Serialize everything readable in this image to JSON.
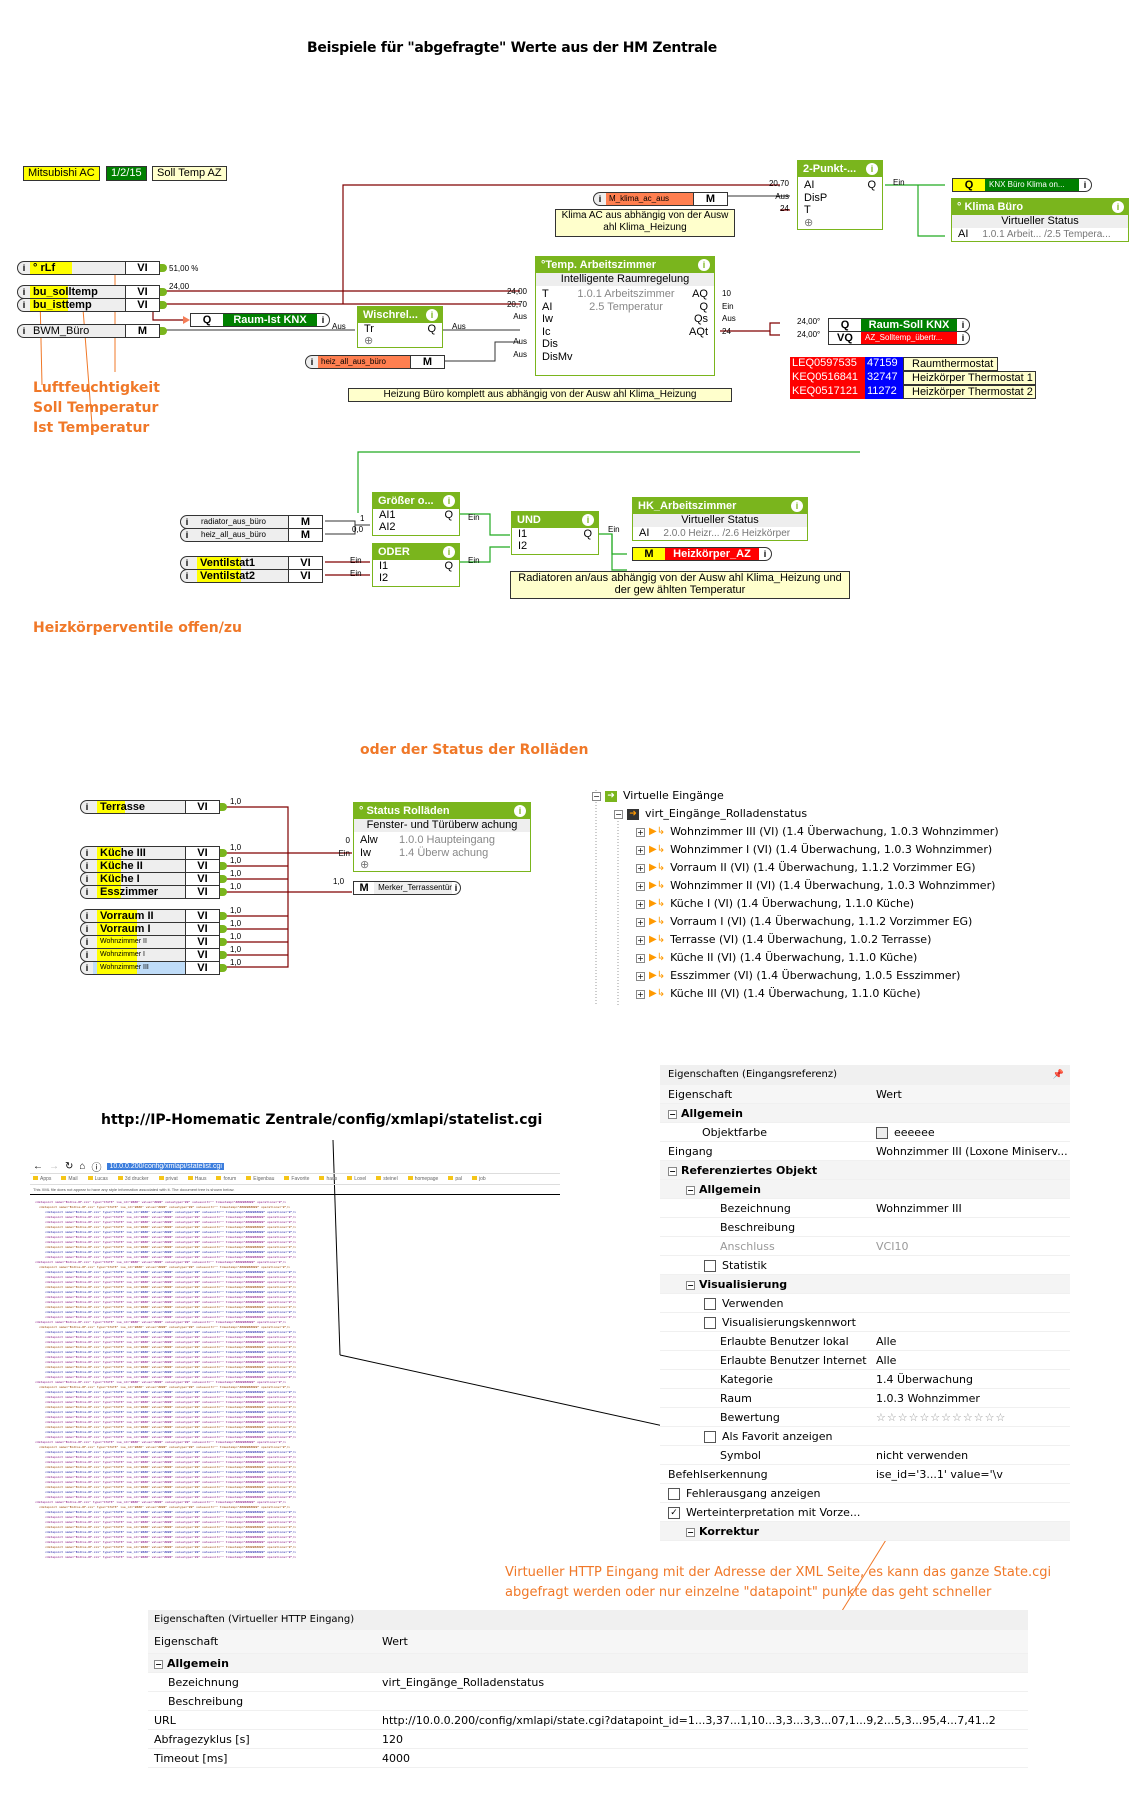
{
  "title": "Beispiele für \"abgefragte\" Werte aus der HM Zentrale",
  "legend_tags": [
    "Mitsubishi AC",
    "1/2/15",
    "Soll Temp AZ"
  ],
  "section1": {
    "inputs": [
      {
        "name": "° rLf",
        "type": "VI",
        "value": "51,00 %"
      },
      {
        "name": "bu_solltemp",
        "type": "VI",
        "value": "24,00"
      },
      {
        "name": "bu_isttemp",
        "type": "VI",
        "value": ""
      },
      {
        "name": "BWM_Büro",
        "type": "M",
        "value": ""
      }
    ],
    "annotations": [
      "Luftfeuchtigkeit",
      "Soll Temperatur",
      "Ist Temperatur"
    ],
    "raum_ist": {
      "left": "Q",
      "label": "Raum-Ist KNX"
    },
    "wischrel": {
      "title": "Wischrel...",
      "in": "Tr",
      "out": "Q",
      "in_val": "Aus",
      "out_val": "Aus"
    },
    "heiz_all": {
      "name": "heiz_all_aus_büro",
      "type": "M"
    },
    "m_klima": {
      "name": "M_klima_ac_aus",
      "type": "M"
    },
    "note_klima": "Klima AC aus abhängig von der Ausw ahl Klima_Heizung",
    "temp_block": {
      "title": "°Temp. Arbeitszimmer",
      "subtitle": "Intelligente Raumregelung",
      "info1": "1.0.1 Arbeitszimmer",
      "info2": "2.5 Temperatur",
      "inputs": [
        "T",
        "AI",
        "Iw",
        "Ic",
        "Dis",
        "DisMv"
      ],
      "input_vals": [
        "24,00",
        "20,70",
        "Aus",
        "",
        "Aus",
        "Aus"
      ],
      "outputs": [
        "AQ",
        "Q",
        "Qs",
        "AQt"
      ],
      "output_vals": [
        "10",
        "Ein",
        "Aus",
        "24"
      ]
    },
    "note_heizung": "Heizung Büro komplett aus abhängig von der Ausw ahl Klima_Heizung",
    "zweipunkt": {
      "title": "2-Punkt-...",
      "inputs": [
        "AI",
        "DisP",
        "T"
      ],
      "input_vals": [
        "20,70",
        "Aus",
        "24"
      ],
      "out": "Q",
      "out_val": "Ein"
    },
    "knx_klima": {
      "left": "Q",
      "label": "KNX Büro Klima on..."
    },
    "klima_buero": {
      "title": "° Klima Büro",
      "subtitle": "Virtueller Status",
      "in": "AI",
      "info": "1.0.1 Arbeit... /2.5 Tempera..."
    },
    "raum_soll": [
      {
        "left": "Q",
        "label": "Raum-Soll KNX",
        "val": "24,00°"
      },
      {
        "left": "VQ",
        "label": "AZ_Solltemp_übertr...",
        "val": "24,00°"
      }
    ],
    "devices": [
      {
        "serial": "LEQ0597535",
        "id": "47159",
        "name": "Raumthermostat"
      },
      {
        "serial": "KEQ0516841",
        "id": "32747",
        "name": "Heizkörper Thermostat 1"
      },
      {
        "serial": "KEQ0517121",
        "id": "11272",
        "name": "Heizkörper Thermostat 2"
      }
    ]
  },
  "section2": {
    "inputs": [
      {
        "name": "radiator_aus_büro",
        "type": "M"
      },
      {
        "name": "heiz_all_aus_büro",
        "type": "M"
      },
      {
        "name": "Ventilstat1",
        "type": "VI"
      },
      {
        "name": "Ventilstat2",
        "type": "VI"
      }
    ],
    "groesser": {
      "title": "Größer o...",
      "inputs": [
        "AI1",
        "AI2"
      ],
      "input_vals": [
        "1",
        "0,0"
      ],
      "out": "Q",
      "out_val": "Ein"
    },
    "oder": {
      "title": "ODER",
      "inputs": [
        "I1",
        "I2"
      ],
      "input_vals": [
        "Ein",
        "Ein"
      ],
      "out": "Q",
      "out_val": "Ein"
    },
    "und": {
      "title": "UND",
      "inputs": [
        "I1",
        "I2"
      ],
      "out": "Q",
      "out_val": "Ein"
    },
    "hk": {
      "title": "HK_Arbeitszimmer",
      "subtitle": "Virtueller Status",
      "in": "AI",
      "info": "2.0.0 Heizr... /2.6 Heizkörper"
    },
    "heizkoerper": {
      "left": "M",
      "label": "Heizkörper_AZ"
    },
    "note": "Radiatoren an/aus abhängig von der Ausw ahl Klima_Heizung und der gew ählten Temperatur",
    "caption": "Heizkörperventile offen/zu"
  },
  "section3": {
    "caption": "oder der Status der Rolläden",
    "inputs": [
      {
        "name": "Terrasse",
        "type": "VI",
        "val": "1,0"
      },
      {
        "name": "Küche III",
        "type": "VI",
        "val": "1,0"
      },
      {
        "name": "Küche II",
        "type": "VI",
        "val": "1,0"
      },
      {
        "name": "Küche I",
        "type": "VI",
        "val": "1,0"
      },
      {
        "name": "Esszimmer",
        "type": "VI",
        "val": "1,0"
      },
      {
        "name": "Vorraum II",
        "type": "VI",
        "val": "1,0"
      },
      {
        "name": "Vorraum I",
        "type": "VI",
        "val": "1,0"
      },
      {
        "name": "Wohnzimmer II",
        "type": "VI",
        "val": "1,0"
      },
      {
        "name": "Wohnzimmer I",
        "type": "VI",
        "val": "1,0"
      },
      {
        "name": "Wohnzimmer III",
        "type": "VI",
        "val": "1,0"
      }
    ],
    "status_block": {
      "title": "° Status Rolläden",
      "subtitle": "Fenster- und Türüberw achung",
      "inputs": [
        "Alw",
        "Iw"
      ],
      "input_vals": [
        "0",
        "Ein"
      ],
      "info1": "1.0.0 Haupteingang",
      "info2": "1.4 Überw achung"
    },
    "merker": {
      "left": "M",
      "label": "Merker_Terrassentür",
      "val": "1,0"
    },
    "tree": {
      "root": "Virtuelle Eingänge",
      "child": "virt_Eingänge_Rolladenstatus",
      "items": [
        "Wohnzimmer III (VI) (1.4 Überwachung, 1.0.3 Wohnzimmer)",
        "Wohnzimmer I (VI) (1.4 Überwachung, 1.0.3 Wohnzimmer)",
        "Vorraum II (VI) (1.4 Überwachung, 1.1.2 Vorzimmer EG)",
        "Wohnzimmer II (VI) (1.4 Überwachung, 1.0.3 Wohnzimmer)",
        "Küche I (VI) (1.4 Überwachung, 1.1.0 Küche)",
        "Vorraum I (VI) (1.4 Überwachung, 1.1.2 Vorzimmer EG)",
        "Terrasse (VI) (1.4 Überwachung, 1.0.2 Terrasse)",
        "Küche II (VI) (1.4 Überwachung, 1.1.0 Küche)",
        "Esszimmer (VI) (1.4 Überwachung, 1.0.5 Esszimmer)",
        "Küche III (VI) (1.4 Überwachung, 1.1.0 Küche)"
      ]
    }
  },
  "section4": {
    "url_caption": "http://IP-Homematic Zentrale/config/xmlapi/statelist.cgi",
    "browser": {
      "address": "10.0.0.200/config/xmlapi/statelist.cgi",
      "bookmarks": [
        "Apps",
        "Mail",
        "Lucas",
        "3d drucker",
        "privat",
        "Haus",
        "forum",
        "Eigenbau",
        "Favorite",
        "haus",
        "Loxel",
        "steinel",
        "homepage",
        "pal",
        "job"
      ],
      "notice": "This XML file does not appear to have any style information associated with it. The document tree is shown below."
    },
    "props_ref": {
      "title": "Eigenschaften (Eingangsreferenz)",
      "col_prop": "Eigenschaft",
      "col_val": "Wert",
      "rows": [
        {
          "k": "Allgemein",
          "v": "",
          "kind": "section",
          "indent": 0
        },
        {
          "k": "Objektfarbe",
          "v": "eeeeee",
          "kind": "color",
          "indent": 1
        },
        {
          "k": "Eingang",
          "v": "Wohnzimmer III (Loxone Miniserv...",
          "kind": "plain",
          "indent": 0
        },
        {
          "k": "Referenziertes Objekt",
          "v": "",
          "kind": "section",
          "indent": 0
        },
        {
          "k": "Allgemein",
          "v": "",
          "kind": "section",
          "indent": 1
        },
        {
          "k": "Bezeichnung",
          "v": "Wohnzimmer III",
          "kind": "plain",
          "indent": 2
        },
        {
          "k": "Beschreibung",
          "v": "",
          "kind": "plain",
          "indent": 2
        },
        {
          "k": "Anschluss",
          "v": "VCI10",
          "kind": "grey",
          "indent": 2
        },
        {
          "k": "Statistik",
          "v": "",
          "kind": "check",
          "indent": 2
        },
        {
          "k": "Visualisierung",
          "v": "",
          "kind": "section",
          "indent": 1
        },
        {
          "k": "Verwenden",
          "v": "",
          "kind": "check",
          "indent": 2
        },
        {
          "k": "Visualisierungskennwort",
          "v": "",
          "kind": "check",
          "indent": 2
        },
        {
          "k": "Erlaubte Benutzer lokal",
          "v": "Alle",
          "kind": "plain",
          "indent": 2
        },
        {
          "k": "Erlaubte Benutzer Internet",
          "v": "Alle",
          "kind": "plain",
          "indent": 2
        },
        {
          "k": "Kategorie",
          "v": "1.4 Überwachung",
          "kind": "plain",
          "indent": 2
        },
        {
          "k": "Raum",
          "v": "1.0.3 Wohnzimmer",
          "kind": "plain",
          "indent": 2
        },
        {
          "k": "Bewertung",
          "v": "☆☆☆☆☆☆☆☆☆☆☆☆",
          "kind": "stars",
          "indent": 2
        },
        {
          "k": "Als Favorit anzeigen",
          "v": "",
          "kind": "check",
          "indent": 2
        },
        {
          "k": "Symbol",
          "v": "nicht verwenden",
          "kind": "plain",
          "indent": 2
        },
        {
          "k": "Befehlserkennung",
          "v": "ise_id='3...1' value='\\v",
          "kind": "plain",
          "indent": 0
        },
        {
          "k": "Fehlerausgang anzeigen",
          "v": "",
          "kind": "check",
          "indent": 0
        },
        {
          "k": "Werteinterpretation mit Vorze...",
          "v": "",
          "kind": "checked",
          "indent": 0
        },
        {
          "k": "Korrektur",
          "v": "",
          "kind": "section",
          "indent": 1
        }
      ]
    },
    "annotation": "Virtueller HTTP Eingang mit der Adresse der XML Seite, es kann das ganze State.cgi abgefragt werden oder nur einzelne \"datapoint\" punkte das geht schneller",
    "props_http": {
      "title": "Eigenschaften (Virtueller HTTP Eingang)",
      "col_prop": "Eigenschaft",
      "col_val": "Wert",
      "section": "Allgemein",
      "rows": [
        {
          "k": "Bezeichnung",
          "v": "virt_Eingänge_Rolladenstatus",
          "indent": 1
        },
        {
          "k": "Beschreibung",
          "v": "",
          "indent": 1
        },
        {
          "k": "URL",
          "v": "http://10.0.0.200/config/xmlapi/state.cgi?datapoint_id=1...3,37...1,10...3,3...3,3...07,1...9,2...5,3...95,4...7,41..2",
          "indent": 0
        },
        {
          "k": "Abfragezyklus [s]",
          "v": "120",
          "indent": 0
        },
        {
          "k": "Timeout [ms]",
          "v": "4000",
          "indent": 0
        }
      ]
    }
  },
  "colors": {
    "green": "#7ab51d",
    "wire": "#800000",
    "orange": "#f07828",
    "yellow": "#ffff00",
    "note": "#ffffcc",
    "knx_green": "#008000",
    "red": "#ff0000",
    "blue": "#0000ff"
  }
}
